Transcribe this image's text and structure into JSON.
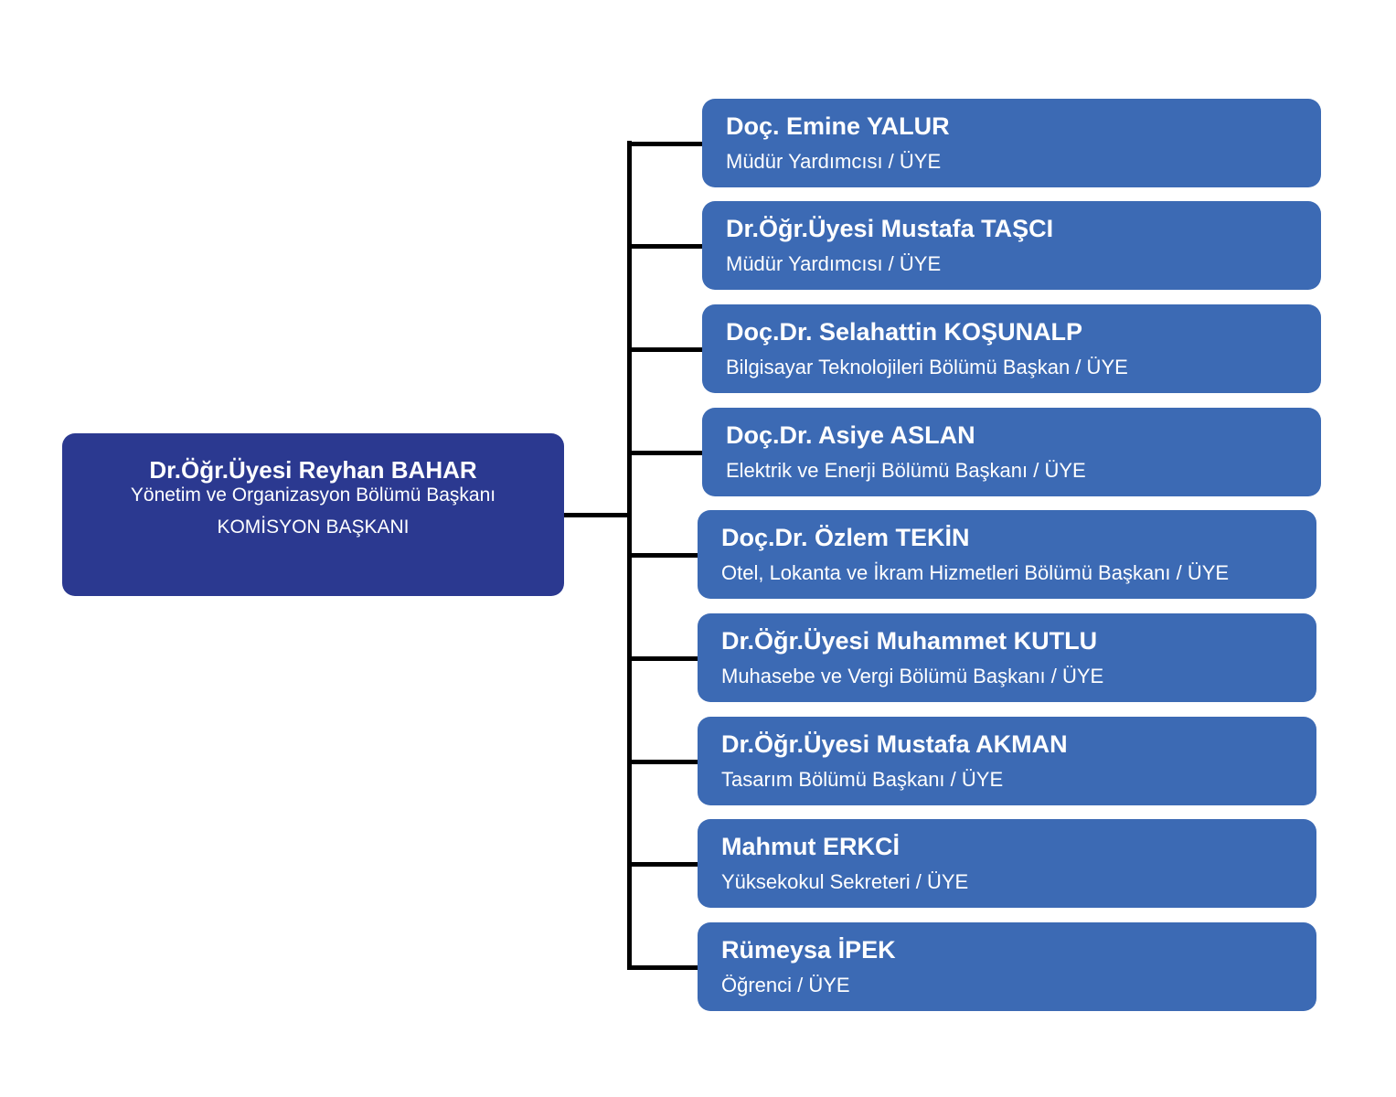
{
  "colors": {
    "head_box": "#2b3990",
    "member_box": "#3c6ab4",
    "connector": "#000000",
    "text": "#ffffff"
  },
  "head": {
    "name": "Dr.Öğr.Üyesi Reyhan BAHAR",
    "department": "Yönetim ve Organizasyon Bölümü Başkanı",
    "role": "KOMİSYON BAŞKANI"
  },
  "members": [
    {
      "name": "Doç. Emine YALUR",
      "title": "Müdür Yardımcısı / ÜYE"
    },
    {
      "name": "Dr.Öğr.Üyesi Mustafa TAŞCI",
      "title": "Müdür Yardımcısı / ÜYE"
    },
    {
      "name": "Doç.Dr. Selahattin KOŞUNALP",
      "title": "Bilgisayar Teknolojileri Bölümü Başkan / ÜYE"
    },
    {
      "name": "Doç.Dr. Asiye ASLAN",
      "title": "Elektrik ve Enerji Bölümü Başkanı / ÜYE"
    },
    {
      "name": "Doç.Dr. Özlem TEKİN",
      "title": "Otel, Lokanta ve İkram Hizmetleri Bölümü Başkanı / ÜYE"
    },
    {
      "name": "Dr.Öğr.Üyesi Muhammet KUTLU",
      "title": "Muhasebe ve Vergi Bölümü Başkanı / ÜYE"
    },
    {
      "name": "Dr.Öğr.Üyesi Mustafa AKMAN",
      "title": "Tasarım Bölümü Başkanı / ÜYE"
    },
    {
      "name": "Mahmut ERKCİ",
      "title": "Yüksekokul Sekreteri / ÜYE"
    },
    {
      "name": "Rümeysa İPEK",
      "title": "Öğrenci / ÜYE"
    }
  ]
}
